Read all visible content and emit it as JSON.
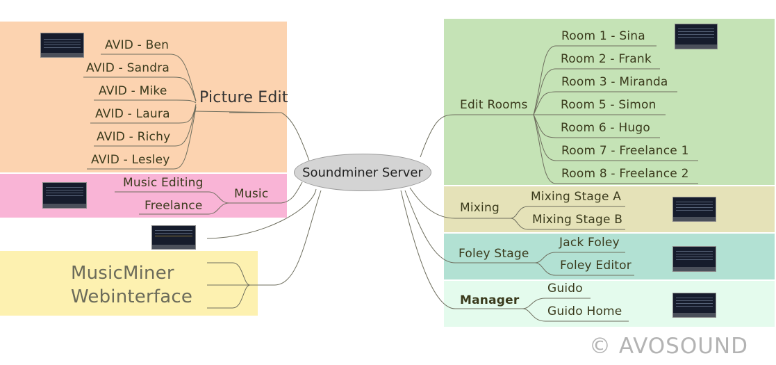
{
  "center": {
    "label": "Soundminer Server"
  },
  "colors": {
    "picture_edit": "#fcd3b0",
    "music": "#f9b4d6",
    "musicminer": "#fdf1b0",
    "edit_rooms": "#c5e3b6",
    "mixing": "#e5e2b8",
    "foley": "#b2e1d3",
    "manager": "#e4fbed"
  },
  "picture_edit": {
    "title": "Picture Edit",
    "items": [
      "AVID - Ben",
      "AVID - Sandra",
      "AVID - Mike",
      "AVID - Laura",
      "AVID - Richy",
      "AVID - Lesley"
    ]
  },
  "music": {
    "title": "Music",
    "items": [
      "Music Editing",
      "Freelance"
    ]
  },
  "musicminer": {
    "line1": "MusicMiner",
    "line2": "Webinterface"
  },
  "edit_rooms": {
    "title": "Edit Rooms",
    "items": [
      "Room 1 - Sina",
      "Room 2 - Frank",
      "Room 3 - Miranda",
      "Room 5 - Simon",
      "Room 6 - Hugo",
      "Room 7 - Freelance 1",
      "Room 8 - Freelance 2"
    ]
  },
  "mixing": {
    "title": "Mixing",
    "items": [
      "Mixing Stage A",
      "Mixing Stage B"
    ]
  },
  "foley": {
    "title": "Foley Stage",
    "items": [
      "Jack Foley",
      "Foley Editor"
    ]
  },
  "manager": {
    "title": "Manager",
    "items": [
      "Guido",
      "Guido Home"
    ]
  },
  "watermark": "© AVOSOUND"
}
